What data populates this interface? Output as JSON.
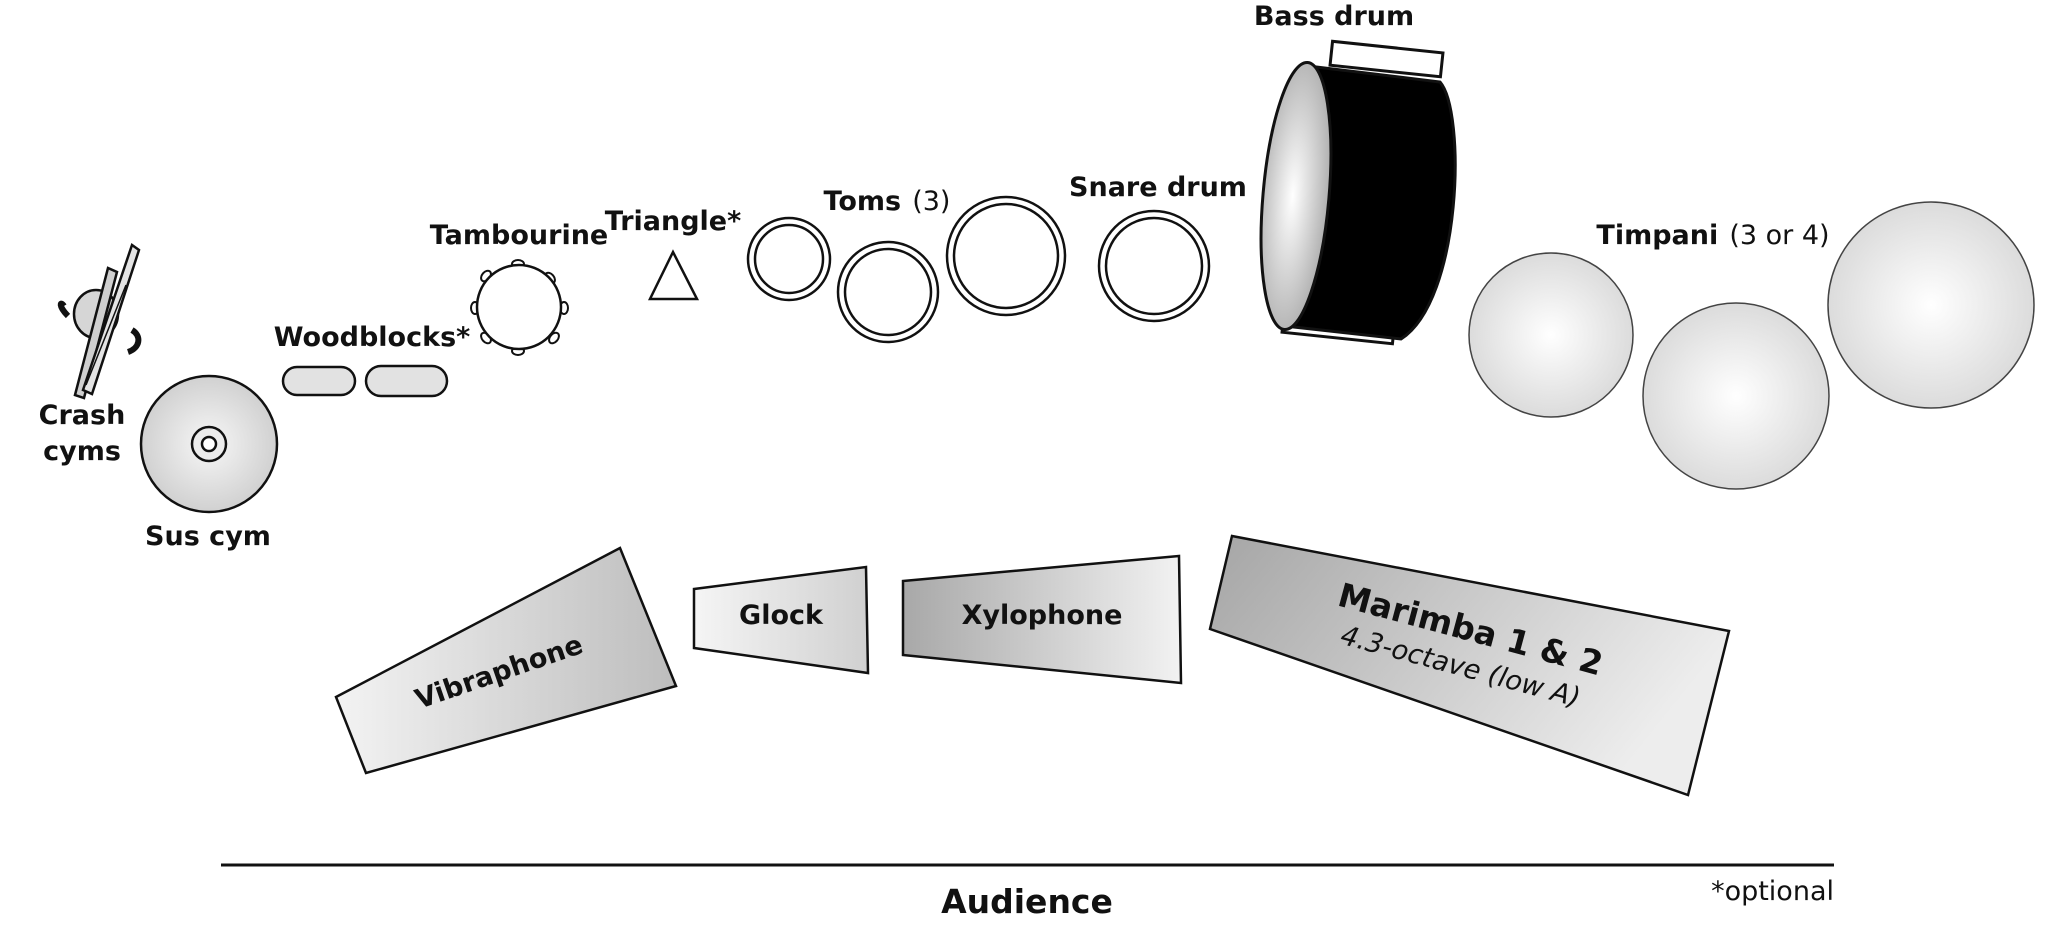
{
  "labels": {
    "crash_line1": "Crash",
    "crash_line2": "cyms",
    "sus_cym": "Sus cym",
    "woodblocks": "Woodblocks*",
    "tambourine": "Tambourine",
    "triangle": "Triangle*",
    "toms": "Toms",
    "toms_count": "(3)",
    "snare": "Snare drum",
    "bass": "Bass drum",
    "timpani": "Timpani",
    "timpani_count": "(3 or 4)",
    "vibraphone": "Vibraphone",
    "glock": "Glock",
    "xylophone": "Xylophone",
    "marimba": "Marimba 1 & 2",
    "marimba_sub": "4.3-octave (low A)",
    "audience": "Audience",
    "optional_note": "*optional"
  }
}
